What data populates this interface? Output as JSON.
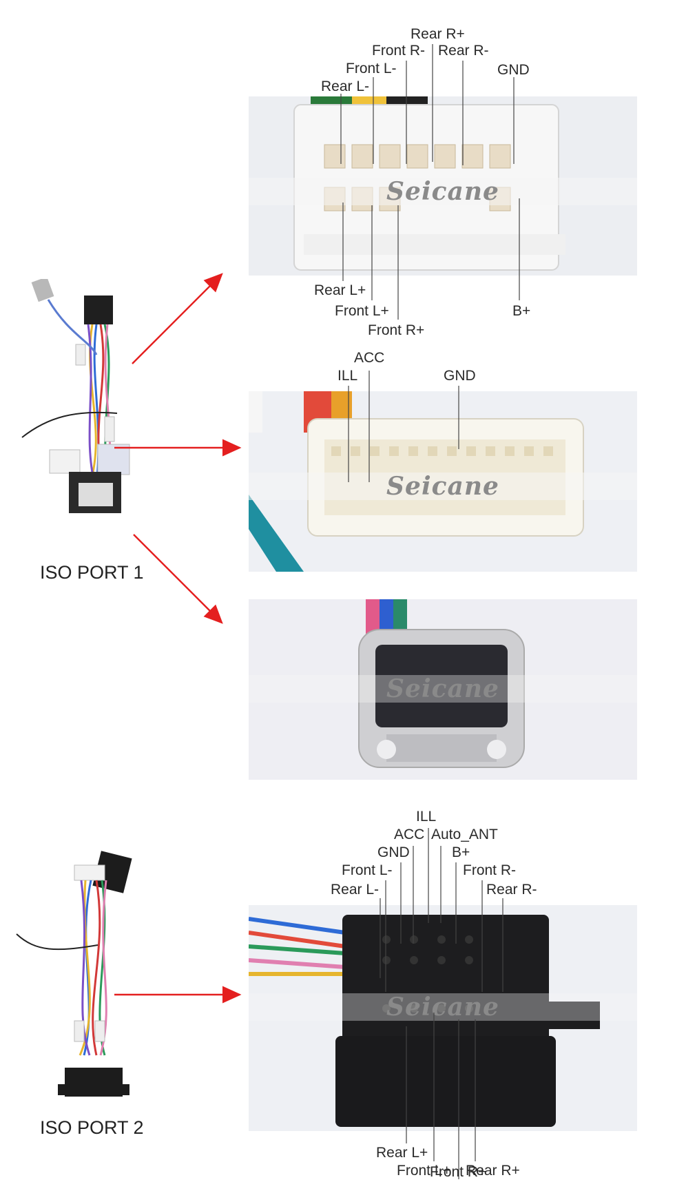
{
  "watermark": "Seicane",
  "port1": {
    "title": "ISO PORT 1",
    "connector_a": {
      "top_labels": [
        "Rear R+",
        "Front R-",
        "Rear R-",
        "Front L-",
        "GND",
        "Rear L-"
      ],
      "bottom_labels": [
        "Rear L+",
        "Front L+",
        "Front R+",
        "B+"
      ]
    },
    "connector_b": {
      "labels": [
        "ACC",
        "ILL",
        "GND"
      ]
    }
  },
  "port2": {
    "title": "ISO PORT 2",
    "connector": {
      "top_labels": [
        "ILL",
        "ACC",
        "Auto_ANT",
        "GND",
        "B+",
        "Front L-",
        "Front R-",
        "Rear L-",
        "Rear R-"
      ],
      "bottom_labels": [
        "Rear L+",
        "Front L+",
        "Rear R+",
        "Front R+"
      ]
    }
  },
  "colors": {
    "arrow": "#e41f1f",
    "leader": "#444444"
  }
}
